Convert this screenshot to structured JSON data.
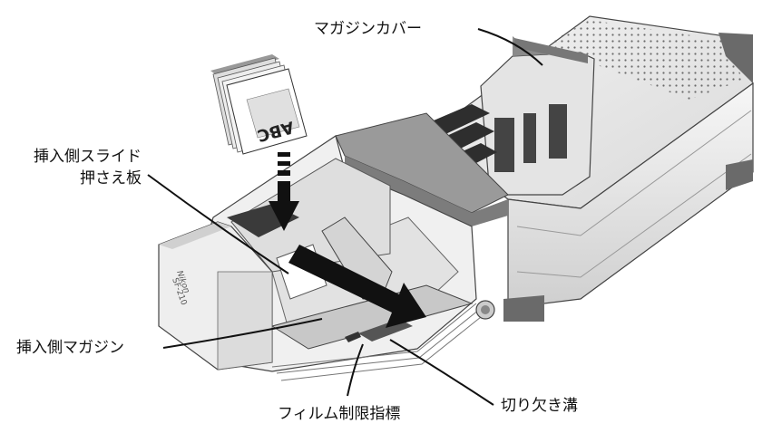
{
  "labels": {
    "magazine_cover": "マガジンカバー",
    "insert_slide_holder_line1": "挿入側スライド",
    "insert_slide_holder_line2": "押さえ板",
    "insert_magazine": "挿入側マガジン",
    "notch_groove": "切り欠き溝",
    "film_limit_mark": "フィルム制限指標"
  },
  "device": {
    "brand": "Nikon",
    "model": "SF-210"
  },
  "slide_stack_text": "ABC"
}
